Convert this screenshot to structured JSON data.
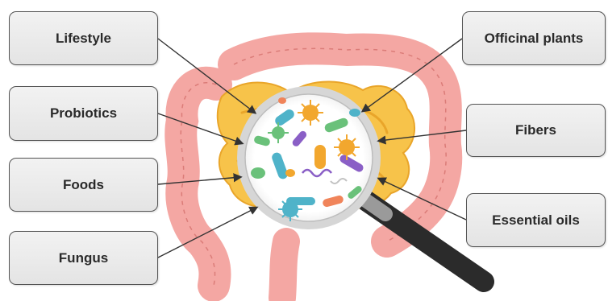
{
  "labels": {
    "lifestyle": "Lifestyle",
    "probiotics": "Probiotics",
    "foods": "Foods",
    "fungus": "Fungus",
    "officinal_plants": "Officinal plants",
    "fibers": "Fibers",
    "essential_oils": "Essential oils"
  },
  "colors": {
    "intestine_outer": "#f4a7a3",
    "intestine_outline": "#c95f5b",
    "intestine_inner": "#f7c34a",
    "intestine_inner_dark": "#e9a52a",
    "lens_ring": "#d6d6d6",
    "lens_fill": "#ffffff",
    "handle": "#2b2b2b",
    "connector": "#333333"
  },
  "icons": [
    "magnifying-glass-icon",
    "bacteria-icon",
    "virus-icon",
    "intestine-icon"
  ]
}
